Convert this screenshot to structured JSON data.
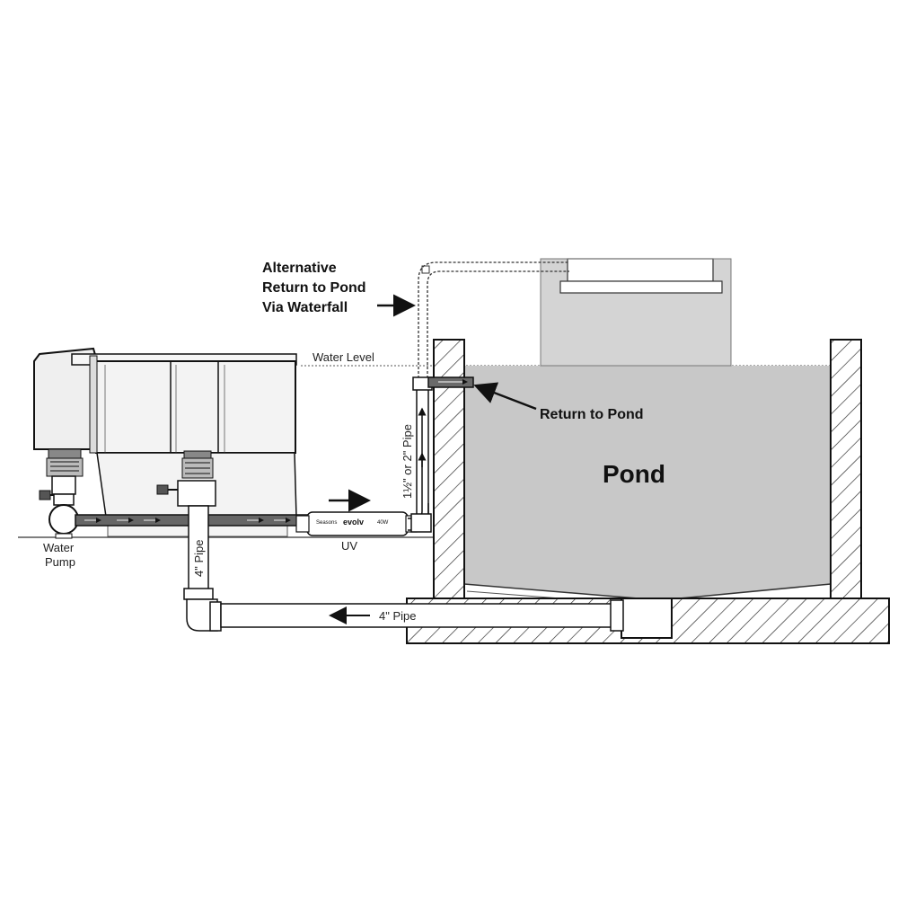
{
  "labels": {
    "alt_return_line1": "Alternative",
    "alt_return_line2": "Return to Pond",
    "alt_return_line3": "Via Waterfall",
    "water_level": "Water Level",
    "return_to_pond": "Return to Pond",
    "pond": "Pond",
    "riser_pipe": "1½\" or 2\" Pipe",
    "drain_pipe_vertical": "4\" Pipe",
    "drain_pipe_horizontal": "4\" Pipe",
    "uv": "UV",
    "water_pump_line1": "Water",
    "water_pump_line2": "Pump",
    "uv_brand_left": "Seasons",
    "uv_brand_main": "evolv",
    "uv_brand_right": "40W"
  },
  "colors": {
    "pond_water": "#c8c8c8",
    "outline": "#1a1a1a",
    "filter_body": "#f2f2f2",
    "pipe_dark": "#555555"
  }
}
